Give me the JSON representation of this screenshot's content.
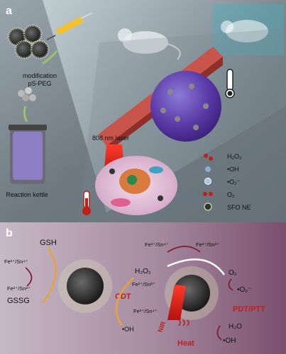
{
  "panel_a": {
    "letter": "a",
    "modification_label": "modification",
    "modification_sub": "pS-PEG",
    "reactor_label": "Reaction kettle",
    "laser_label": "808 nm laser",
    "legend": [
      {
        "icon": "h2o2-molecule-icon",
        "text": "H₂O₂"
      },
      {
        "icon": "hydroxyl-radical-icon",
        "text": "•OH"
      },
      {
        "icon": "superoxide-icon",
        "text": "•O₂⁻"
      },
      {
        "icon": "oxygen-molecule-icon",
        "text": "O₂"
      },
      {
        "icon": "sfo-ne-particle-icon",
        "text": "SFO NE"
      }
    ]
  },
  "panel_b": {
    "letter": "b",
    "gsh": "GSH",
    "gssg": "GSSG",
    "fe3_sn4_left": "Fe³⁺/Sn⁴⁺",
    "fe2_sn2_left": "Fe²⁺/Sn²⁺",
    "h2o2": "H₂O₂",
    "cdt": "CDT",
    "fe2_sn2_mid": "Fe²⁺/Sn²⁺",
    "fe3_sn4_mid": "Fe³⁺/Sn⁴⁺",
    "oh_mid": "•OH",
    "fe3_sn4_top": "Fe³⁺/Sn⁴⁺",
    "fe2_sn2_top": "Fe²⁺/Sn²⁺",
    "o2": "O₂",
    "o2_radical": "•O₂⁻",
    "pdt_ptt": "PDT/PTT",
    "nir": "NIR",
    "heat": "Heat",
    "h2o": "H₂O",
    "oh_right": "•OH"
  },
  "colors": {
    "accent_red": "#c0201a",
    "panel_b_bg": "#8a5a78"
  }
}
